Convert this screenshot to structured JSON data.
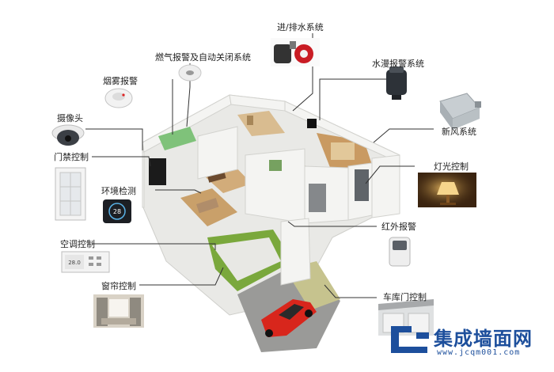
{
  "labels": {
    "water_pump": "进/排水系统",
    "gas_alarm": "燃气报警及自动关闭系统",
    "smoke_alarm": "烟雾报警",
    "flood_alarm": "水漫报警系统",
    "camera": "摄像头",
    "fresh_air": "新风系统",
    "access_control": "门禁控制",
    "light_control": "灯光控制",
    "environment": "环境检测",
    "infrared_alarm": "红外报警",
    "ac_control": "空调控制",
    "curtain_control": "窗帘控制",
    "garage_control": "车库门控制"
  },
  "device_readouts": {
    "thermostat_value": "28",
    "ac_panel_value": "28.0"
  },
  "watermark": {
    "text": "集成墙面网",
    "url": "www.jcqm001.com",
    "mark": "JC"
  },
  "colors": {
    "leader_line": "#333333",
    "logo_blue": "#1d4f9c",
    "floor_wood": "#c9a06a",
    "wall_white": "#f4f4f2",
    "car_red": "#d8261c",
    "grass": "#7aa83c"
  }
}
